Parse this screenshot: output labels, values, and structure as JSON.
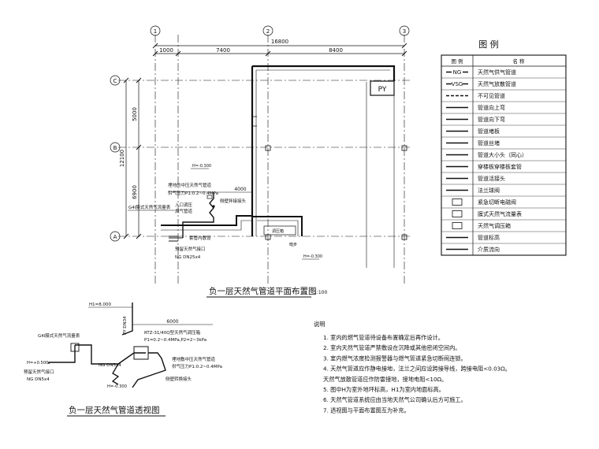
{
  "plan": {
    "dims_top": [
      "16800",
      "1000",
      "7400",
      "8400"
    ],
    "dims_left": [
      "5000",
      "12100",
      "6900"
    ],
    "dim_4000": "4000",
    "axis_bubbles": [
      "C",
      "B",
      "A",
      "1",
      "2",
      "3"
    ],
    "room_label": "PY",
    "elev_1": "H=-0.300",
    "elev_2": "H=-0.300",
    "room_small": "调压箱",
    "label_cheku": "暗步",
    "callout_main": "埋地的中压天然气管道",
    "callout_main_2": "供气压力P1:0.2~0.4MPa",
    "callout_entry": "入口调压",
    "callout_entry_2": "燃气管道",
    "callout_tag": "G4l膜式天然气流量表",
    "callout_valve": "侧壁拌接接头",
    "callout_interface": "预留天然气接口",
    "callout_ng": "NG DN25x4",
    "callout_drain": "套管内敷设",
    "title": "负一层天然气管道平面布置图",
    "scale": "1:100"
  },
  "legend": {
    "title": "图 例",
    "col1": "图 例",
    "col2": "名 称",
    "items": [
      {
        "sym": "NG",
        "name": "天然气供气管道"
      },
      {
        "sym": "VSG",
        "name": "天然气放散管道"
      },
      {
        "sym": "",
        "name": "不可见管道"
      },
      {
        "sym": "",
        "name": "管道向上弯"
      },
      {
        "sym": "",
        "name": "管道向下弯"
      },
      {
        "sym": "",
        "name": "管道堵板"
      },
      {
        "sym": "",
        "name": "管道丝堵"
      },
      {
        "sym": "",
        "name": "管道大小头（同心）"
      },
      {
        "sym": "",
        "name": "穿楼板穿楼板套管"
      },
      {
        "sym": "",
        "name": "管道活接头"
      },
      {
        "sym": "",
        "name": "法兰球阀"
      },
      {
        "sym": "",
        "name": "紧急切断电磁阀"
      },
      {
        "sym": "",
        "name": "膜式天然气流量表"
      },
      {
        "sym": "",
        "name": "天然气调压箱"
      },
      {
        "sym": "",
        "name": "管道标高"
      },
      {
        "sym": "",
        "name": "介质流向"
      }
    ]
  },
  "iso": {
    "elev_top": "H1=8.000",
    "label_py": "PY DN34",
    "dim_6000": "6000",
    "label_meter": "G4l膜式天然气流量表",
    "label_reg": "RTZ-31/40Q型天然气调压箱",
    "label_reg_2": "P1=0.2~0.4MPa,P2=2~3kPa",
    "label_ng": "NG DN5x4",
    "label_iface": "预留天然气接口",
    "label_ng2": "NG DN5x4",
    "label_h": "H=+0.500",
    "label_h2": "H=-0.300",
    "label_pipe": "埋地敷中压天然气管道",
    "label_pipe_2": "供气压力P1:0.2~0.4MPa",
    "label_joint": "侧壁转换接头",
    "title": "负一层天然气管道透视图"
  },
  "notes": {
    "title": "说明",
    "items": [
      "1. 室内的燃气管道待设备布置确定后再作设计。",
      "2. 室内天然气管道严禁敷设在沉降或其他密闭空间内。",
      "3. 室内燃气浓度检测报警器与燃气管道紧急切断阀连锁。",
      "4. 天然气管道应作静电接地，法兰之间应设跨接导线，跨接电阻<0.03Ω。",
      "   天然气放散管道应作防雷接地，接地电阻<10Ω。",
      "5. 图中H为室外地坪标高，H1为室内地面标高。",
      "6. 天然气管道系统应由当地天然气公司确认后方可施工。",
      "7. 透视图与平面布置图互为补充。"
    ]
  }
}
